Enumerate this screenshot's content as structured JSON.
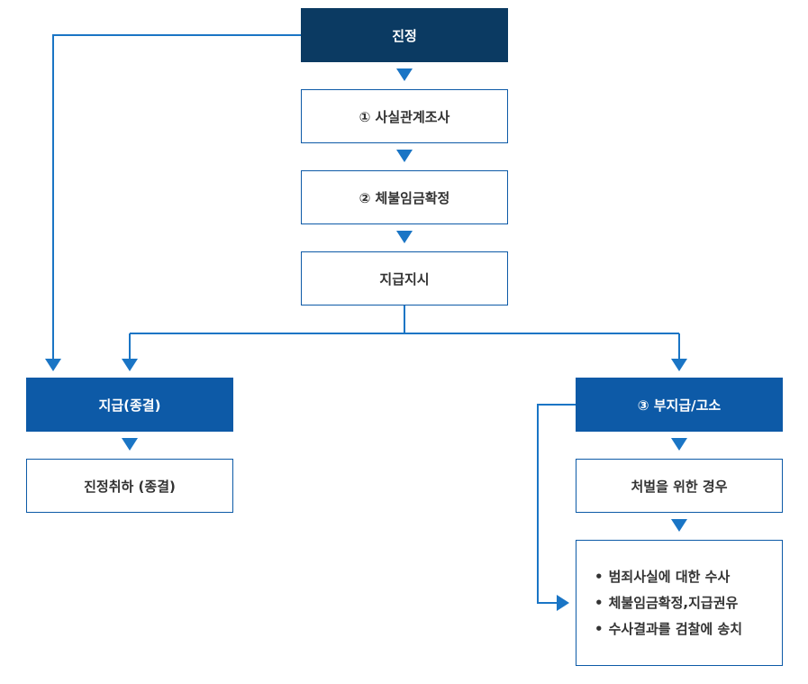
{
  "nodes": {
    "petition": "진정",
    "step1": "① 사실관계조사",
    "step2": "② 체불임금확정",
    "payment_order": "지급지시",
    "paid": "지급(종결)",
    "withdrawal": "진정취하 (종결)",
    "unpaid": "③ 부지급/고소",
    "punish_case": "처벌을 위한 경우",
    "actions": [
      "범죄사실에 대한 수사",
      "체불임금확정,지급권유",
      "수사결과를 검찰에 송치"
    ]
  },
  "colors": {
    "dark": "#0b3a62",
    "blue": "#0d5aa7",
    "line": "#1a75c5"
  }
}
